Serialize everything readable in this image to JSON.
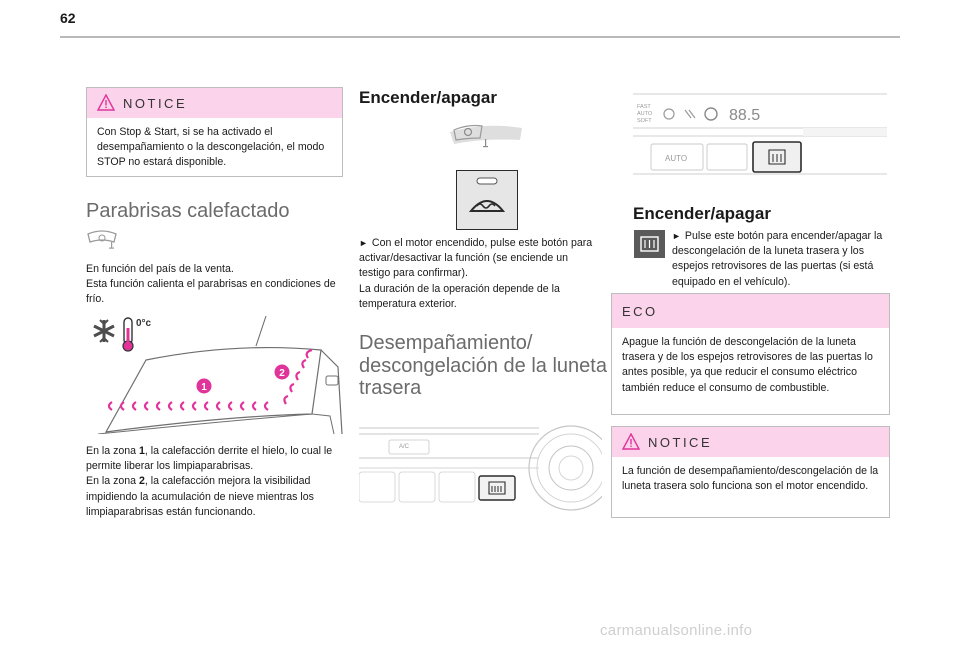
{
  "page_number": "62",
  "left": {
    "notice": {
      "label": "NOTICE",
      "text": "Con Stop & Start, si se ha activado el desempañamiento o la descongelación, el modo STOP no estará disponible."
    },
    "section_title": "Parabrisas calefactado",
    "intro": [
      "En función del país de la venta.",
      "Esta función calienta el parabrisas en condiciones de frío."
    ],
    "illustration": {
      "temp_label": "0°c",
      "zone1": "1",
      "zone2": "2"
    },
    "zones": [
      {
        "pre": "En la zona ",
        "num": "1",
        "post": ", la calefacción derrite el hielo, lo cual le permite liberar los limpiaparabrisas."
      },
      {
        "pre": "En la zona ",
        "num": "2",
        "post": ", la calefacción mejora la visibilidad impidiendo la acumulación de nieve mientras los limpiaparabrisas están funcionando."
      }
    ]
  },
  "middle": {
    "title": "Encender/apagar",
    "instruction": "Con el motor encendido, pulse este botón para activar/desactivar la función (se enciende un testigo para confirmar).",
    "note": "La duración de la operación depende de la temperatura exterior.",
    "section_title": "Desempañamiento/ descongelación de la luneta trasera",
    "panel_label": "A/C"
  },
  "right": {
    "panel": {
      "labels": [
        "FAST",
        "AUTO",
        "SOFT"
      ],
      "display": "88.5",
      "button_label": "AUTO"
    },
    "title": "Encender/apagar",
    "instruction": "Pulse este botón para encender/apagar la descongelación de la luneta trasera y los espejos retrovisores de las puertas (si está equipado en el vehículo).",
    "eco": {
      "label": "ECO",
      "text": "Apague la función de descongelación de la luneta trasera y de los espejos retrovisores de las puertas lo antes posible, ya que reducir el consumo eléctrico también reduce el consumo de combustible."
    },
    "notice": {
      "label": "NOTICE",
      "text": "La función de desempañamiento/descongelación de la luneta trasera solo funciona son el motor encendido."
    }
  },
  "watermark": "carmanualsonline.info",
  "colors": {
    "notice_pink": "#fbd3ea",
    "accent_magenta": "#e0349a",
    "rule_gray": "#b9b9b9"
  }
}
